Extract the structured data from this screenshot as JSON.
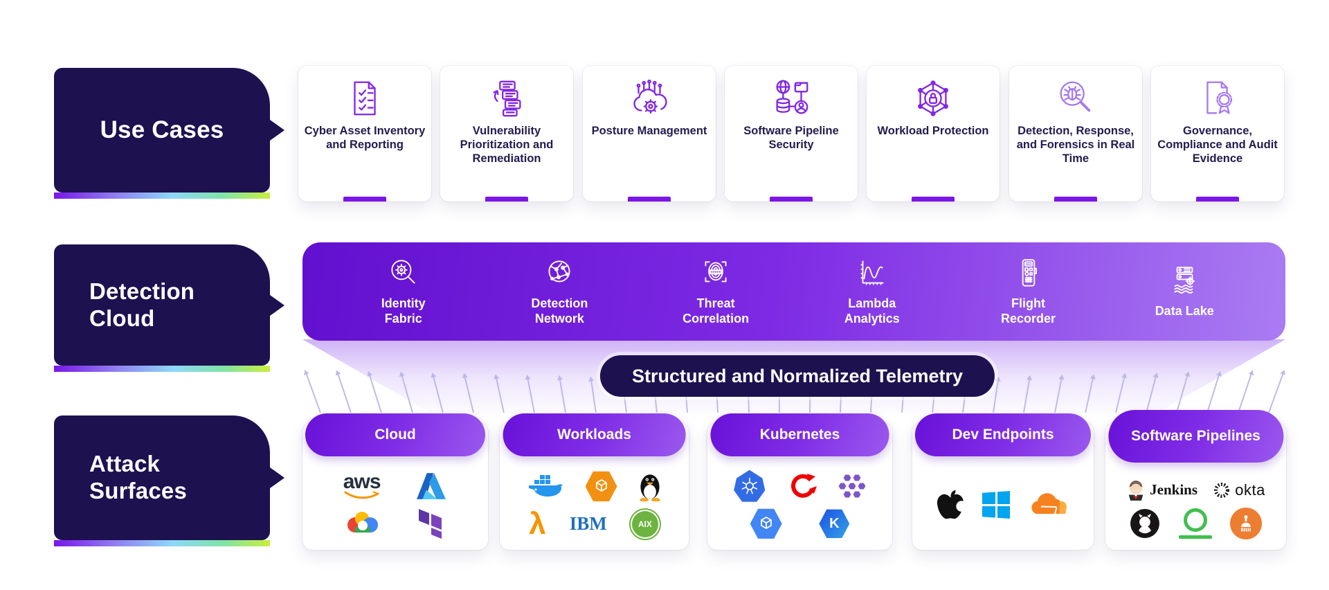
{
  "colors": {
    "navy": "#1d1150",
    "accent_purple": "#7a16e8",
    "detection_bar_gradient": [
      "#6210cf",
      "#7e2ae4",
      "#aa7cf2"
    ],
    "label_strip_gradient": [
      "#7a16e8",
      "#8ed8f8",
      "#c8ee3e"
    ],
    "card_text": "#241a4f"
  },
  "use_cases": {
    "label": "Use Cases",
    "cards": [
      {
        "icon": "checklist-document-icon",
        "title": "Cyber Asset Inventory and Reporting"
      },
      {
        "icon": "priority-list-icon",
        "title": "Vulnerability Prioritization and Remediation"
      },
      {
        "icon": "cloud-gear-icon",
        "title": "Posture Management"
      },
      {
        "icon": "pipeline-security-icon",
        "title": "Software Pipeline Security"
      },
      {
        "icon": "lock-network-icon",
        "title": "Workload Protection"
      },
      {
        "icon": "bug-magnifier-icon",
        "title": "Detection, Response, and Forensics in Real Time"
      },
      {
        "icon": "certificate-document-icon",
        "title": "Governance, Compliance and Audit Evidence"
      }
    ]
  },
  "detection_cloud": {
    "label": "Detection Cloud",
    "items": [
      {
        "icon": "gear-magnifier-icon",
        "title": "Identity Fabric"
      },
      {
        "icon": "globe-network-icon",
        "title": "Detection Network"
      },
      {
        "icon": "fingerprint-scan-icon",
        "title": "Threat Correlation"
      },
      {
        "icon": "waveform-chart-icon",
        "title": "Lambda Analytics"
      },
      {
        "icon": "recorder-device-icon",
        "title": "Flight Recorder"
      },
      {
        "icon": "server-waves-icon",
        "title": "Data Lake"
      }
    ],
    "telemetry_banner": "Structured and Normalized Telemetry"
  },
  "attack_surfaces": {
    "label": "Attack Surfaces",
    "cards": [
      {
        "title": "Cloud",
        "logos": [
          {
            "name": "aws-logo",
            "text": "aws"
          },
          {
            "name": "azure-logo"
          },
          {
            "name": "google-cloud-logo"
          },
          {
            "name": "terraform-logo"
          }
        ]
      },
      {
        "title": "Workloads",
        "logos": [
          {
            "name": "docker-logo"
          },
          {
            "name": "container-hexagon-logo"
          },
          {
            "name": "linux-tux-logo"
          },
          {
            "name": "aws-lambda-logo",
            "text": "λ"
          },
          {
            "name": "ibm-logo",
            "text": "IBM"
          },
          {
            "name": "aix-logo",
            "text": "AIX"
          }
        ]
      },
      {
        "title": "Kubernetes",
        "logos": [
          {
            "name": "kubernetes-logo"
          },
          {
            "name": "openshift-logo"
          },
          {
            "name": "hexagon-cluster-logo"
          },
          {
            "name": "gke-logo"
          },
          {
            "name": "aks-logo",
            "text": "K"
          }
        ]
      },
      {
        "title": "Dev Endpoints",
        "logos": [
          {
            "name": "apple-logo"
          },
          {
            "name": "windows-logo"
          },
          {
            "name": "cloudflare-logo"
          }
        ]
      },
      {
        "title": "Software Pipelines",
        "logos": [
          {
            "name": "jenkins-logo",
            "text": "Jenkins"
          },
          {
            "name": "okta-logo",
            "text": "okta"
          },
          {
            "name": "github-logo"
          },
          {
            "name": "green-ring-logo"
          },
          {
            "name": "orange-stamp-logo"
          }
        ]
      }
    ]
  }
}
